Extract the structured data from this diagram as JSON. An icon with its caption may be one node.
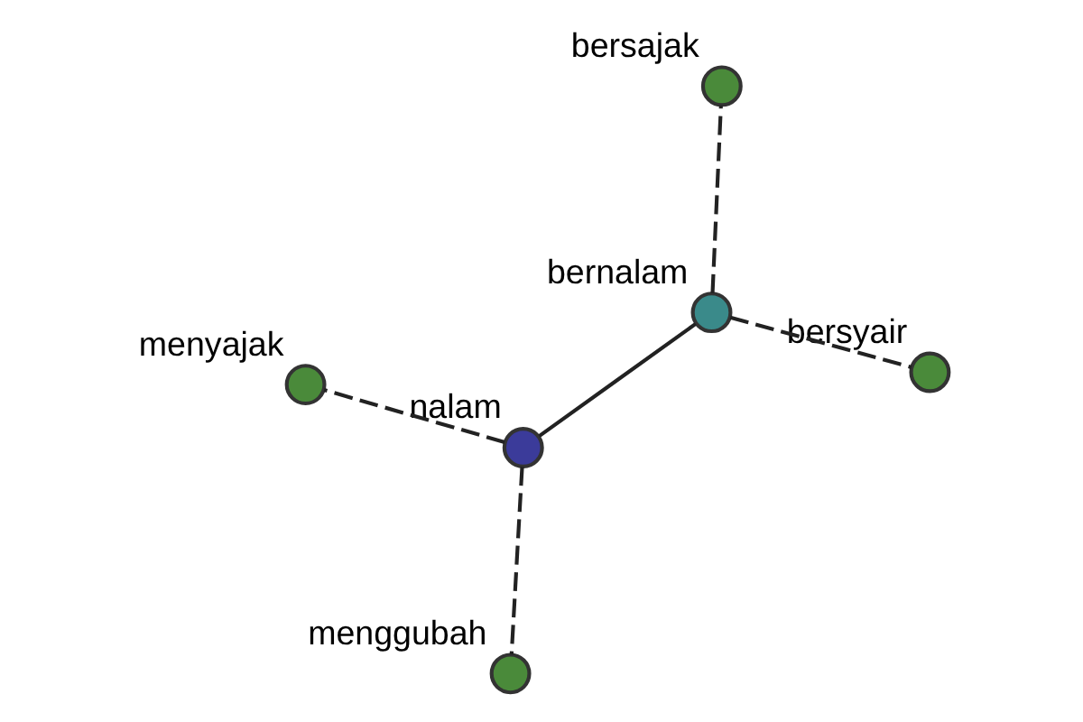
{
  "diagram": {
    "nodes": [
      {
        "text": [
          "nalam"
        ]
      },
      {
        "text": [
          "bernalam"
        ]
      },
      {
        "text": [
          "menggubah"
        ]
      },
      {
        "text": [
          "menyajak"
        ]
      },
      {
        "text": [
          "bersyair"
        ]
      },
      {
        "text": [
          "bersajak"
        ]
      }
    ],
    "edges": [
      {
        "from": 0,
        "to": 1,
        "arrow": "none"
      },
      {
        "from": 0,
        "to": 2,
        "arrow": "none",
        "style": "dashed"
      },
      {
        "from": 0,
        "to": 3,
        "arrow": "none",
        "style": "dashed"
      },
      {
        "from": 1,
        "to": 4,
        "arrow": "none",
        "style": "dashed"
      },
      {
        "from": 1,
        "to": 5,
        "arrow": "none",
        "style": "dashed"
      }
    ]
  }
}
